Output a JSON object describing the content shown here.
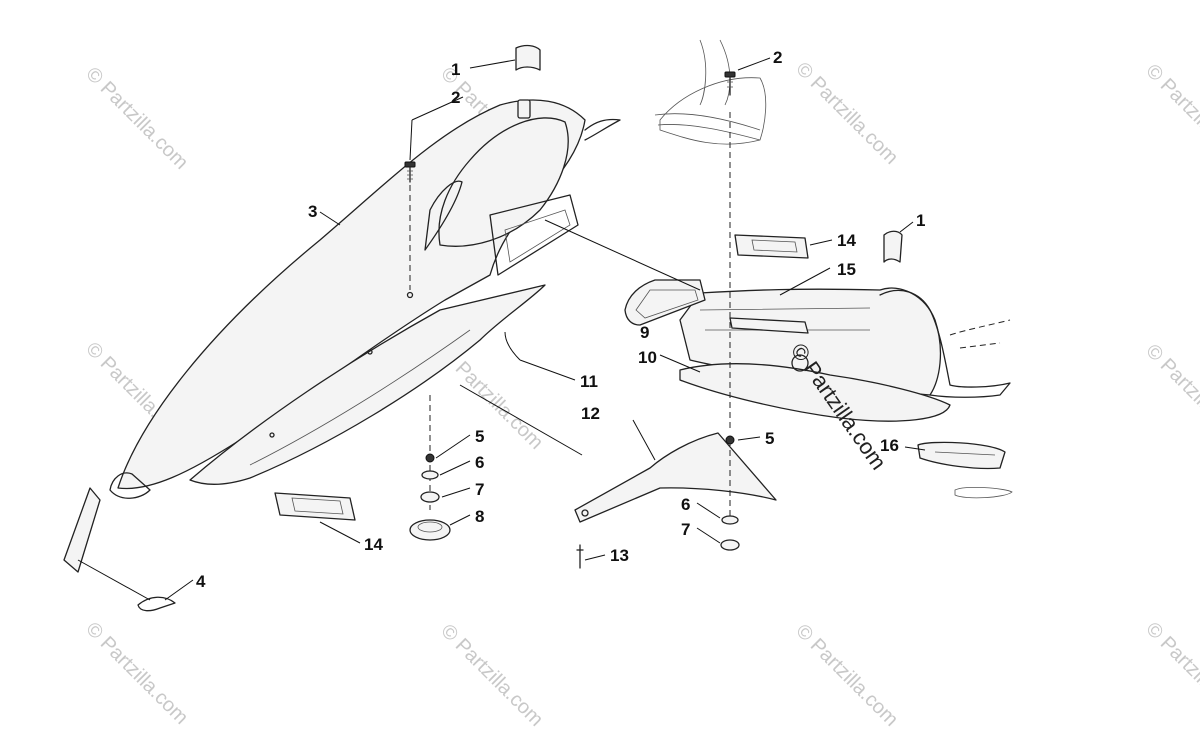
{
  "watermarks": {
    "small_text": "© Partzilla.com",
    "center_text": "© Partzilla.com"
  },
  "callouts": [
    {
      "id": "1a",
      "label": "1"
    },
    {
      "id": "2a",
      "label": "2"
    },
    {
      "id": "3",
      "label": "3"
    },
    {
      "id": "2b",
      "label": "2"
    },
    {
      "id": "1b",
      "label": "1"
    },
    {
      "id": "14a",
      "label": "14"
    },
    {
      "id": "15",
      "label": "15"
    },
    {
      "id": "9",
      "label": "9"
    },
    {
      "id": "10",
      "label": "10"
    },
    {
      "id": "11",
      "label": "11"
    },
    {
      "id": "12",
      "label": "12"
    },
    {
      "id": "5a",
      "label": "5"
    },
    {
      "id": "6a",
      "label": "6"
    },
    {
      "id": "7a",
      "label": "7"
    },
    {
      "id": "8",
      "label": "8"
    },
    {
      "id": "5b",
      "label": "5"
    },
    {
      "id": "16",
      "label": "16"
    },
    {
      "id": "6b",
      "label": "6"
    },
    {
      "id": "7b",
      "label": "7"
    },
    {
      "id": "13",
      "label": "13"
    },
    {
      "id": "14b",
      "label": "14"
    },
    {
      "id": "4",
      "label": "4"
    }
  ]
}
